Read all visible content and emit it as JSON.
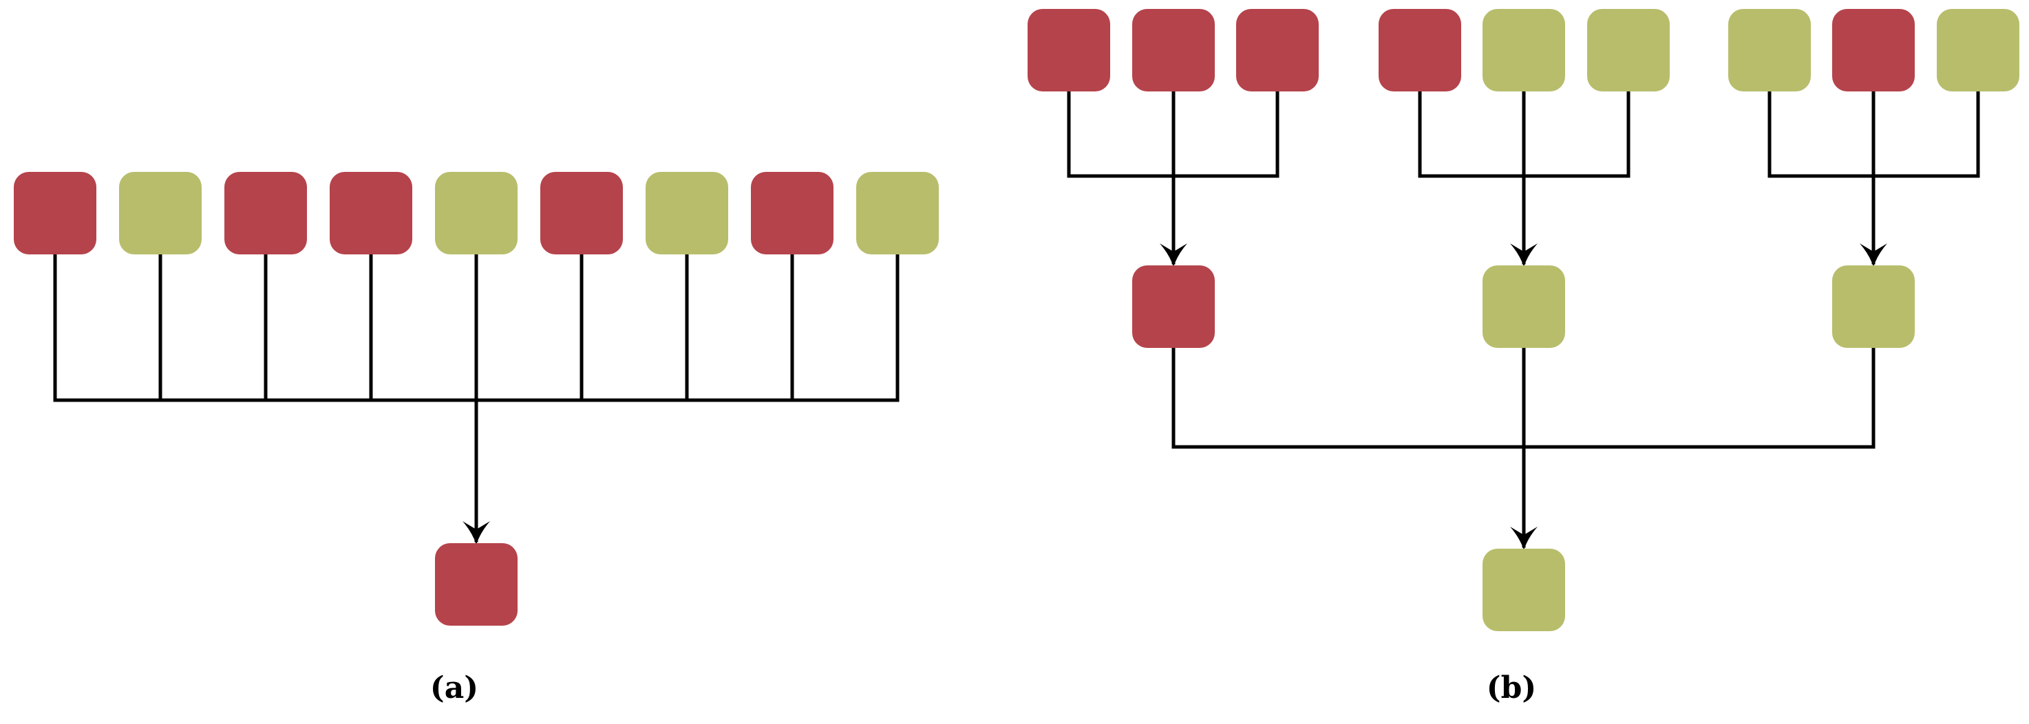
{
  "colors": {
    "red": "#B5434B",
    "green": "#B8BD6C",
    "line": "#000000"
  },
  "panels": {
    "a": {
      "caption": "(a)",
      "inputs": [
        "red",
        "green",
        "red",
        "red",
        "green",
        "red",
        "green",
        "red",
        "green"
      ],
      "output": "red"
    },
    "b": {
      "caption": "(b)",
      "groups": [
        {
          "inputs": [
            "red",
            "red",
            "red"
          ],
          "output": "red"
        },
        {
          "inputs": [
            "red",
            "green",
            "green"
          ],
          "output": "green"
        },
        {
          "inputs": [
            "green",
            "red",
            "green"
          ],
          "output": "green"
        }
      ],
      "final_output": "green"
    }
  }
}
